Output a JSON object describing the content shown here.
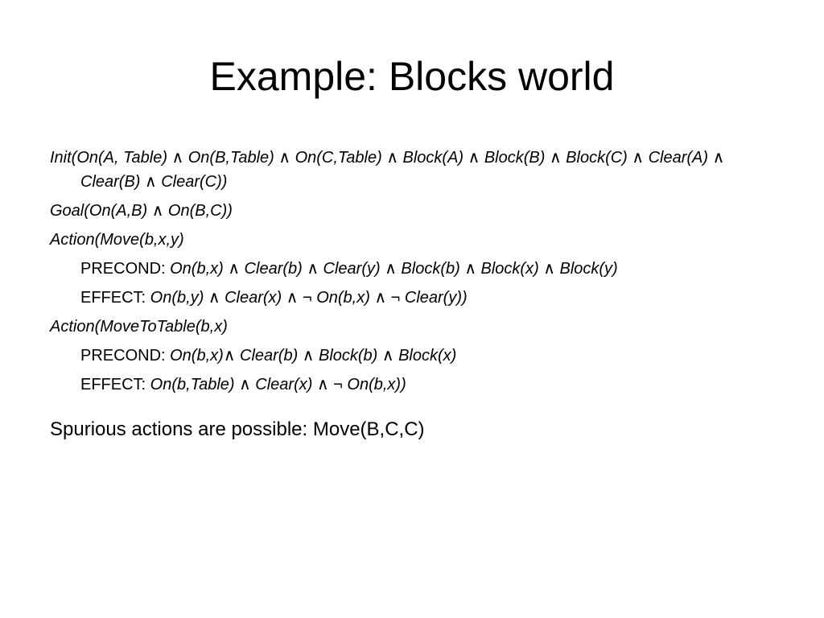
{
  "slide": {
    "title": "Example: Blocks world",
    "init": "Init(On(A, Table) ∧ On(B,Table) ∧ On(C,Table) ∧ Block(A) ∧ Block(B) ∧ Block(C) ∧ Clear(A) ∧ Clear(B) ∧ Clear(C))",
    "goal": "Goal(On(A,B) ∧ On(B,C))",
    "action_move": {
      "header": "Action(Move(b,x,y)",
      "precond_label": "PRECOND: ",
      "precond": "On(b,x) ∧ Clear(b) ∧ Clear(y) ∧ Block(b) ∧ Block(x) ∧ Block(y)",
      "effect_label": "EFFECT: ",
      "effect": "On(b,y) ∧ Clear(x) ∧ ¬ On(b,x) ∧ ¬ Clear(y))"
    },
    "action_move_to_table": {
      "header": "Action(MoveToTable(b,x)",
      "precond_label": "PRECOND: ",
      "precond": "On(b,x)∧ Clear(b) ∧ Block(b) ∧ Block(x)",
      "effect_label": "EFFECT: ",
      "effect": "On(b,Table) ∧ Clear(x) ∧ ¬ On(b,x))"
    },
    "note": "Spurious actions are possible: Move(B,C,C)"
  }
}
